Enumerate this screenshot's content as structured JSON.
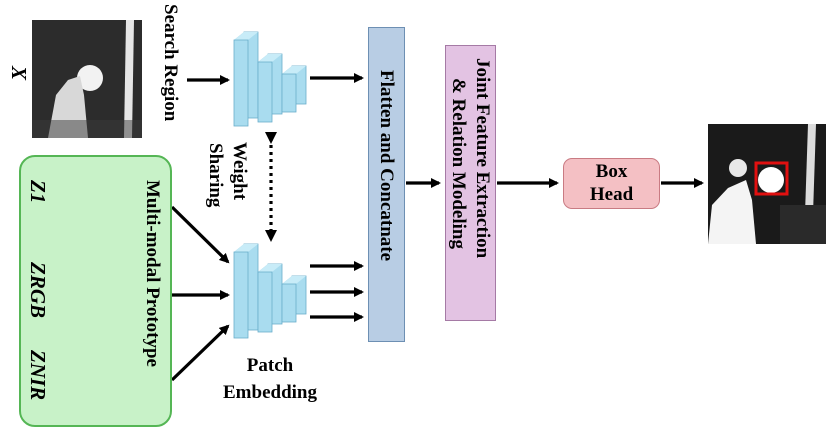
{
  "search_region": {
    "label": "Search Region",
    "symbol": "X"
  },
  "prototype": {
    "title": "Multi-modal Prototype",
    "items": [
      {
        "symbol": "Z1"
      },
      {
        "symbol": "ZRGB"
      },
      {
        "symbol": "ZNIR"
      }
    ]
  },
  "weight_sharing": {
    "line1": "Weight",
    "line2": "Sharing"
  },
  "patch_embedding": {
    "line1": "Patch",
    "line2": "Embedding"
  },
  "flatten": {
    "label": "Flatten and Concatnate"
  },
  "joint": {
    "line1": "Joint Feature Extraction",
    "line2": "& Relation Modeling"
  },
  "box_head": {
    "line1": "Box",
    "line2": "Head"
  },
  "colors": {
    "prototype_fill": "#c8f2c8",
    "prototype_border": "#55b655",
    "embedding_block": "#a9dcef",
    "flatten_fill": "#b8cde4",
    "joint_fill": "#e3c3e3",
    "box_head_fill": "#f4c0c4",
    "bbox": "#e01010"
  }
}
